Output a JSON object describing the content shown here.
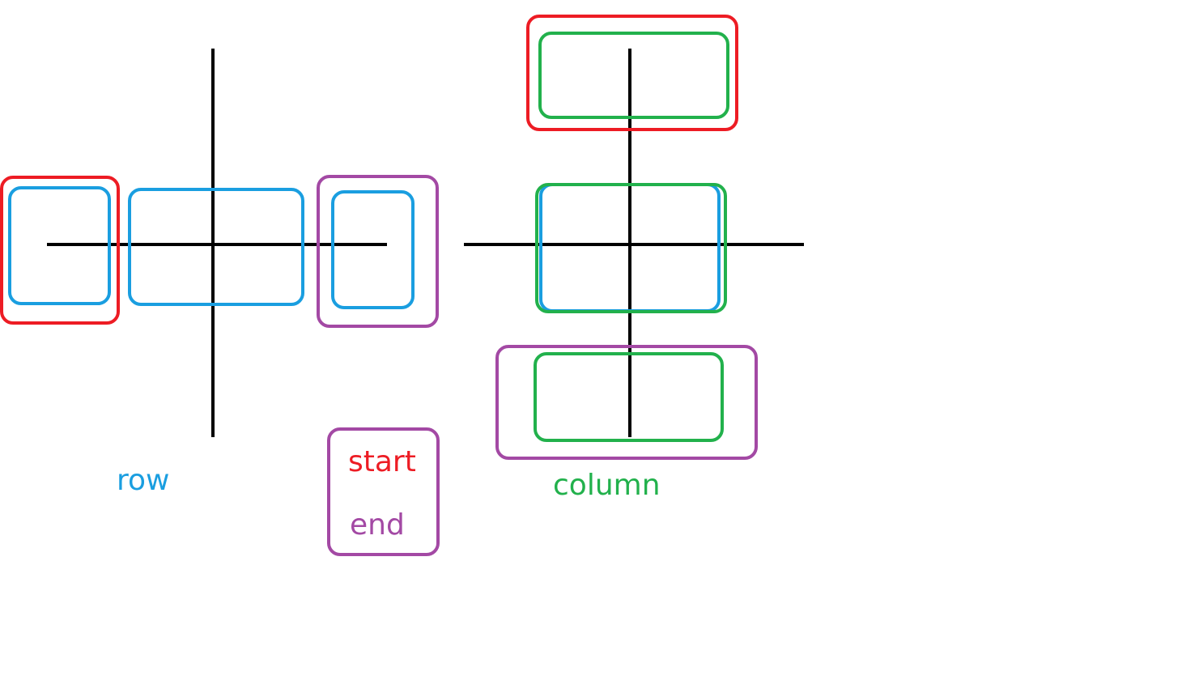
{
  "labels": {
    "row": "row",
    "column": "column",
    "start": "start",
    "end": "end"
  },
  "colors": {
    "axis": "#000000",
    "row": "#1a9ee0",
    "column": "#22b14c",
    "start": "#ed1c24",
    "end": "#a349a4",
    "background": "#ffffff"
  }
}
